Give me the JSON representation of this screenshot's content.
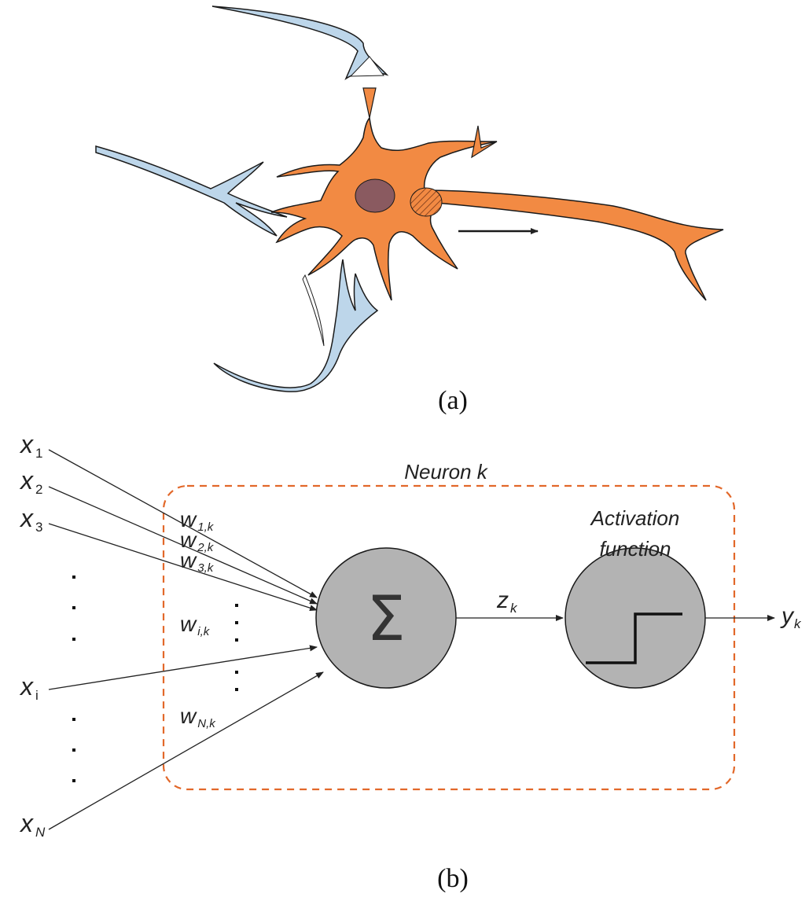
{
  "figure": {
    "panel_a_label": "(a)",
    "panel_b_label": "(b)"
  },
  "neuron_box": {
    "title": "Neuron k",
    "border_color": "#e2682a"
  },
  "inputs": [
    {
      "base": "x",
      "sub": "1"
    },
    {
      "base": "x",
      "sub": "2"
    },
    {
      "base": "x",
      "sub": "3"
    },
    {
      "base": "x",
      "sub": "i"
    },
    {
      "base": "x",
      "sub": "N"
    }
  ],
  "weights": [
    {
      "base": "w",
      "sub": "1,k"
    },
    {
      "base": "w",
      "sub": "2,k"
    },
    {
      "base": "w",
      "sub": "3,k"
    },
    {
      "base": "w",
      "sub": "i,k"
    },
    {
      "base": "w",
      "sub": "N,k"
    }
  ],
  "summation": {
    "symbol": "Σ",
    "fill": "#b3b3b3"
  },
  "net_output": {
    "base": "z",
    "sub": "k"
  },
  "activation": {
    "label_line1": "Activation",
    "label_line2": "function",
    "icon": "step-function-icon"
  },
  "output": {
    "base": "y",
    "sub": "k"
  },
  "colors": {
    "soma": "#f28a43",
    "nucleus": "#8a5a60",
    "presynaptic": "#bdd6ea",
    "outline": "#1a1a1a"
  }
}
